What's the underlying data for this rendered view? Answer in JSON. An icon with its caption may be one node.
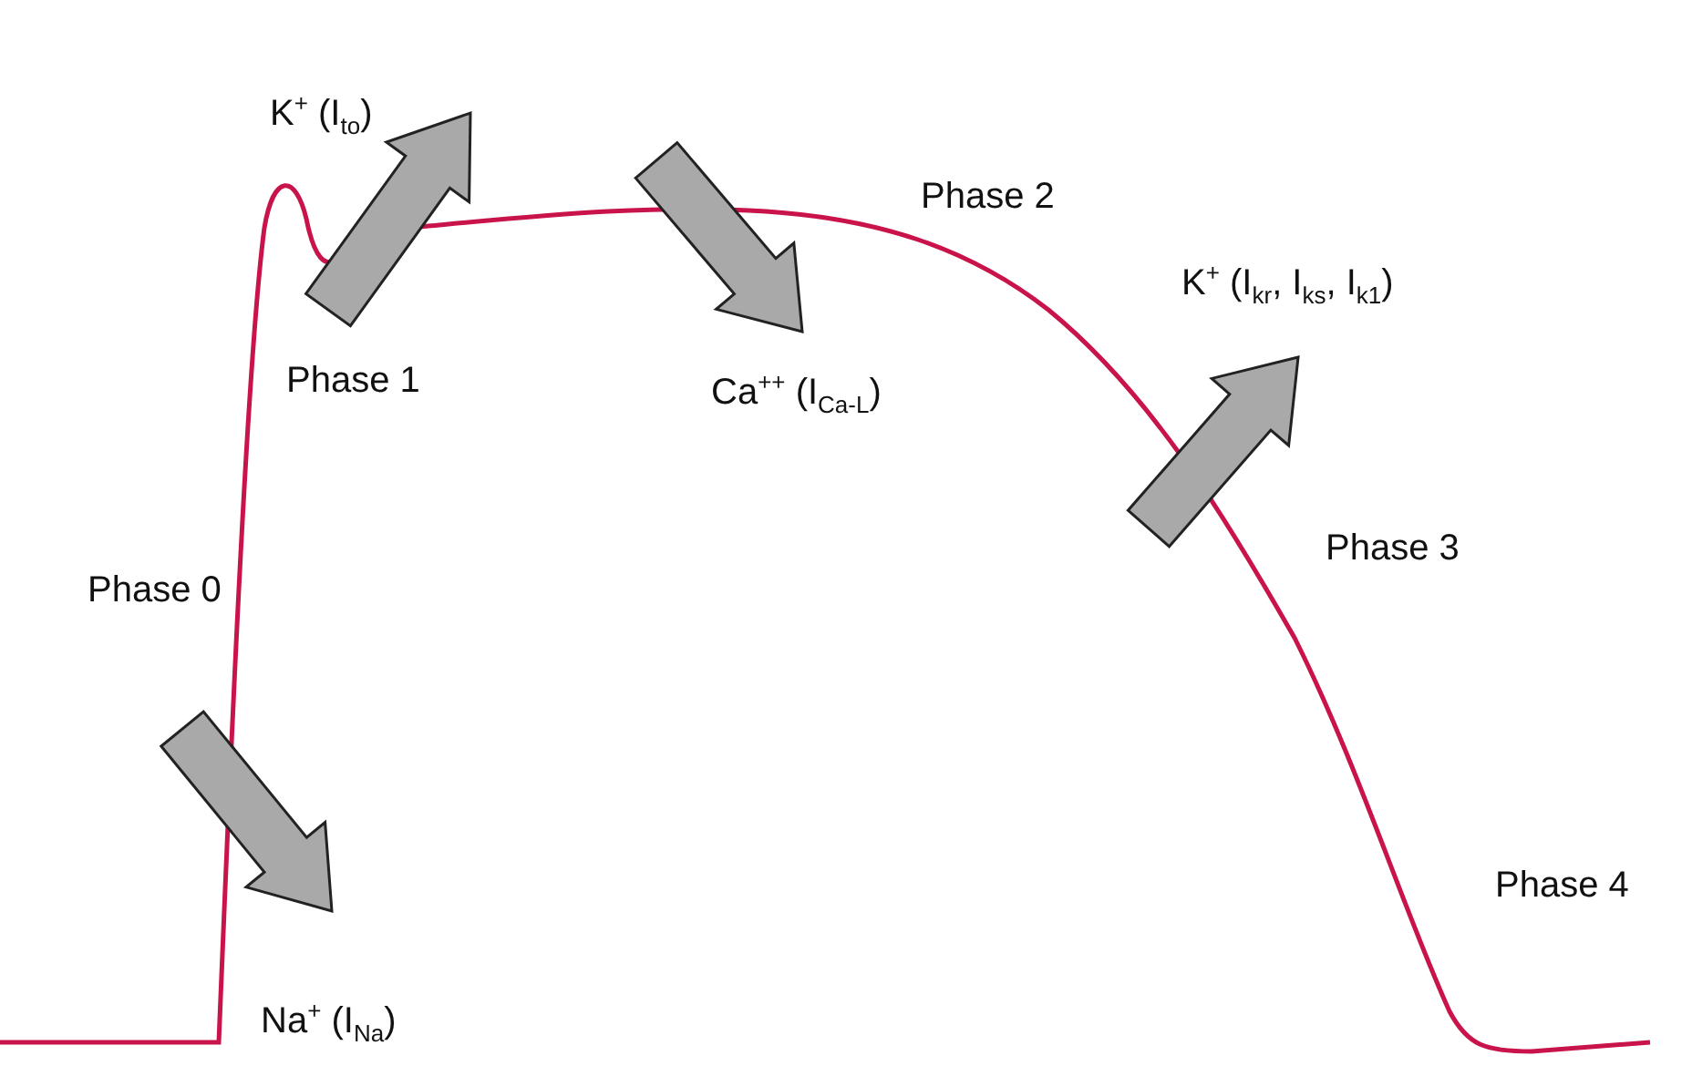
{
  "diagram": {
    "labels": [
      "K$^{+}$ (I$_{to}$)",
      "Phase 2",
      "K$^{+}$ (I$_{kr}$, I$_{ks}$, I$_{k1}$)",
      "Phase 1",
      "Ca$^{++}$ (I$_{Ca-L}$)",
      "Phase 3",
      "Phase 0",
      "Phase 4",
      "Na$^{+}$ (I$_{Na}$)"
    ]
  }
}
